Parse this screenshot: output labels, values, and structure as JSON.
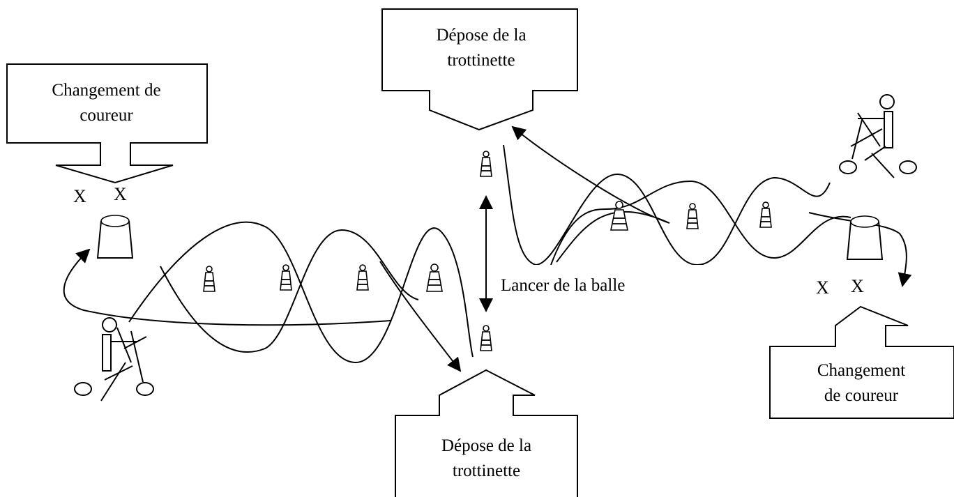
{
  "labels": {
    "depose_top": [
      "Dépose de la",
      "trottinette"
    ],
    "depose_bottom": [
      "Dépose de la",
      "trottinette"
    ],
    "changement_left": [
      "Changement de",
      "coureur"
    ],
    "changement_right": [
      "Changement",
      "de coureur"
    ],
    "lancer": "Lancer de la balle"
  },
  "marks": {
    "x": "X"
  },
  "colors": {
    "stroke": "#000000",
    "background": "#ffffff"
  },
  "icons": [
    "cone-icon",
    "bucket-icon",
    "scooter-rider-icon",
    "arrow-head-icon"
  ]
}
